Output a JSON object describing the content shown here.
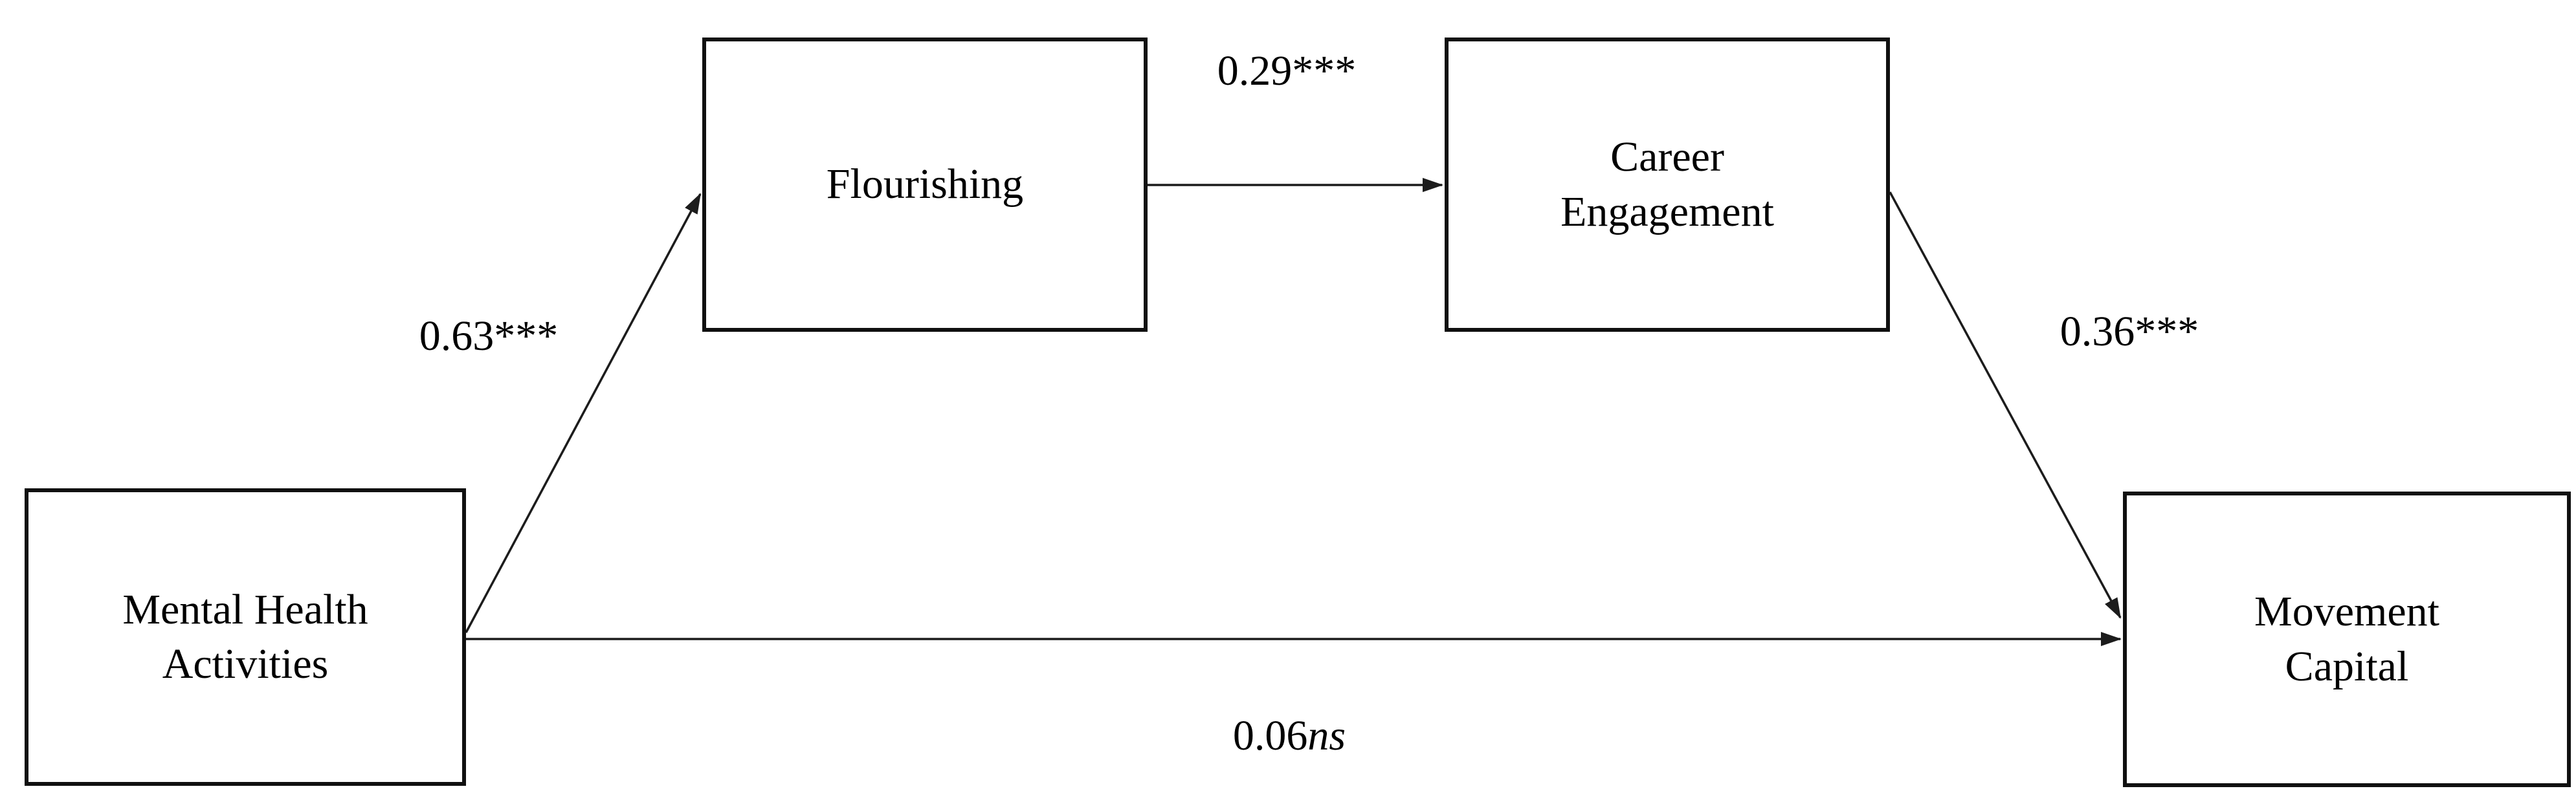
{
  "figure": {
    "type": "path-model-diagram",
    "background_color": "#ffffff",
    "box_border_color": "#101010",
    "arrow_color": "#1c1c1c",
    "text_color": "#000000",
    "nodes": [
      {
        "id": "mental-health-activities",
        "label": "Mental Health\nActivities"
      },
      {
        "id": "flourishing",
        "label": "Flourishing"
      },
      {
        "id": "career-engagement",
        "label": "Career\nEngagement"
      },
      {
        "id": "movement-capital",
        "label": "Movement\nCapital"
      }
    ],
    "edges": [
      {
        "from": "mental-health-activities",
        "to": "flourishing",
        "coefficient": "0.63***",
        "suffix_italic": ""
      },
      {
        "from": "flourishing",
        "to": "career-engagement",
        "coefficient": "0.29***",
        "suffix_italic": ""
      },
      {
        "from": "career-engagement",
        "to": "movement-capital",
        "coefficient": "0.36***",
        "suffix_italic": ""
      },
      {
        "from": "mental-health-activities",
        "to": "movement-capital",
        "coefficient": "0.06",
        "suffix_italic": "ns"
      }
    ]
  }
}
